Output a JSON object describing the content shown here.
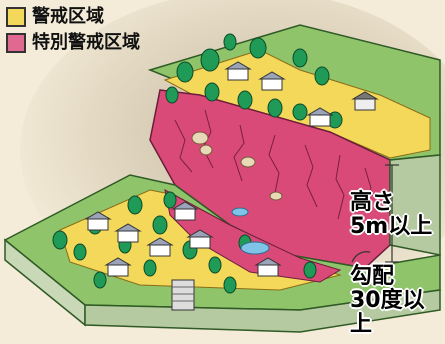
{
  "legend": [
    {
      "label": "警戒区域",
      "color": "#f4d85a"
    },
    {
      "label": "特別警戒区域",
      "color": "#e0698f"
    }
  ],
  "annotations": {
    "height_line1": "高さ",
    "height_line2": "5m以上",
    "slope_line1": "勾配",
    "slope_line2": "30度以上"
  },
  "colors": {
    "background": "#f4ecd8",
    "grass": "#8fc46a",
    "cliff": "#d94a78",
    "caution": "#f4d85a",
    "ground_side": "#c9d9b8",
    "tree": "#1f9a57"
  }
}
